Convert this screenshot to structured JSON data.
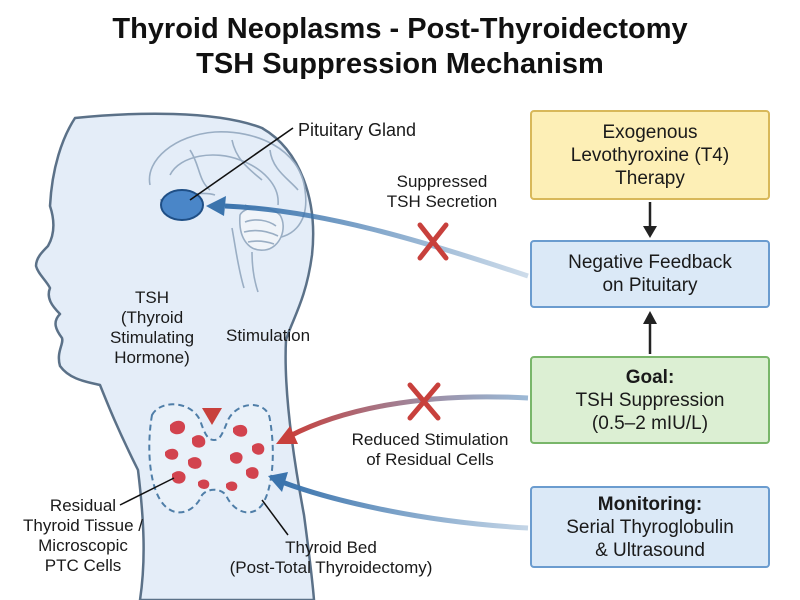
{
  "title": {
    "line1": "Thyroid Neoplasms - Post-Thyroidectomy",
    "line2": "TSH Suppression Mechanism"
  },
  "labels": {
    "pituitary": "Pituitary Gland",
    "suppressed": [
      "Suppressed",
      "TSH Secretion"
    ],
    "tsh": [
      "TSH",
      "(Thyroid",
      "Stimulating",
      "Hormone)"
    ],
    "stimulation": "Stimulation",
    "reduced": [
      "Reduced Stimulation",
      "of Residual Cells"
    ],
    "residual": [
      "Residual",
      "Thyroid Tissue /",
      "Microscopic",
      "PTC Cells"
    ],
    "thyroid_bed": [
      "Thyroid Bed",
      "(Post-Total Thyroidectomy)"
    ]
  },
  "boxes": {
    "therapy": {
      "lines": [
        "Exogenous",
        "Levothyroxine (T4)",
        "Therapy"
      ]
    },
    "feedback": {
      "lines": [
        "Negative Feedback",
        "on Pituitary"
      ]
    },
    "goal": {
      "heading": "Goal:",
      "lines": [
        "TSH Suppression",
        "(0.5–2 mIU/L)"
      ]
    },
    "monitoring": {
      "heading": "Monitoring:",
      "lines": [
        "Serial Thyroglobulin",
        "& Ultrasound"
      ]
    }
  },
  "colors": {
    "blue_arrow": "#3b74ad",
    "red_arrow": "#c8403c",
    "cross": "#c8403c",
    "pituitary_fill": "#4a86c8",
    "tissue_fill": "#d2434e"
  }
}
